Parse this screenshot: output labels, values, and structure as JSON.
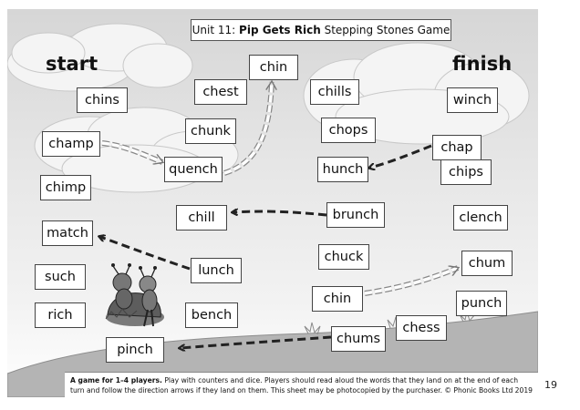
{
  "title": {
    "unit": "Unit 11:",
    "book": "Pip Gets Rich",
    "game": "Stepping Stones Game"
  },
  "labels": {
    "start": "start",
    "finish": "finish"
  },
  "words": {
    "chins": "chins",
    "chest": "chest",
    "chin_top": "chin",
    "chills": "chills",
    "winch": "winch",
    "champ": "champ",
    "chunk": "chunk",
    "chops": "chops",
    "chap": "chap",
    "quench": "quench",
    "hunch": "hunch",
    "chips": "chips",
    "chimp": "chimp",
    "chill": "chill",
    "brunch": "brunch",
    "clench": "clench",
    "match": "match",
    "chuck": "chuck",
    "chum": "chum",
    "lunch": "lunch",
    "such": "such",
    "chin_mid": "chin",
    "punch": "punch",
    "rich": "rich",
    "bench": "bench",
    "chess": "chess",
    "chums": "chums",
    "pinch": "pinch"
  },
  "instructions": {
    "lead": "A game for 1–4 players.",
    "body": "Play with counters and dice. Players should read aloud the words that they land on at the end of each turn and follow the direction arrows if they land on them. This sheet may be photocopied by the purchaser. © Phonic Books Ltd 2019"
  },
  "page_number": "19",
  "icons": {
    "illustration": "ant-characters-illustration"
  }
}
